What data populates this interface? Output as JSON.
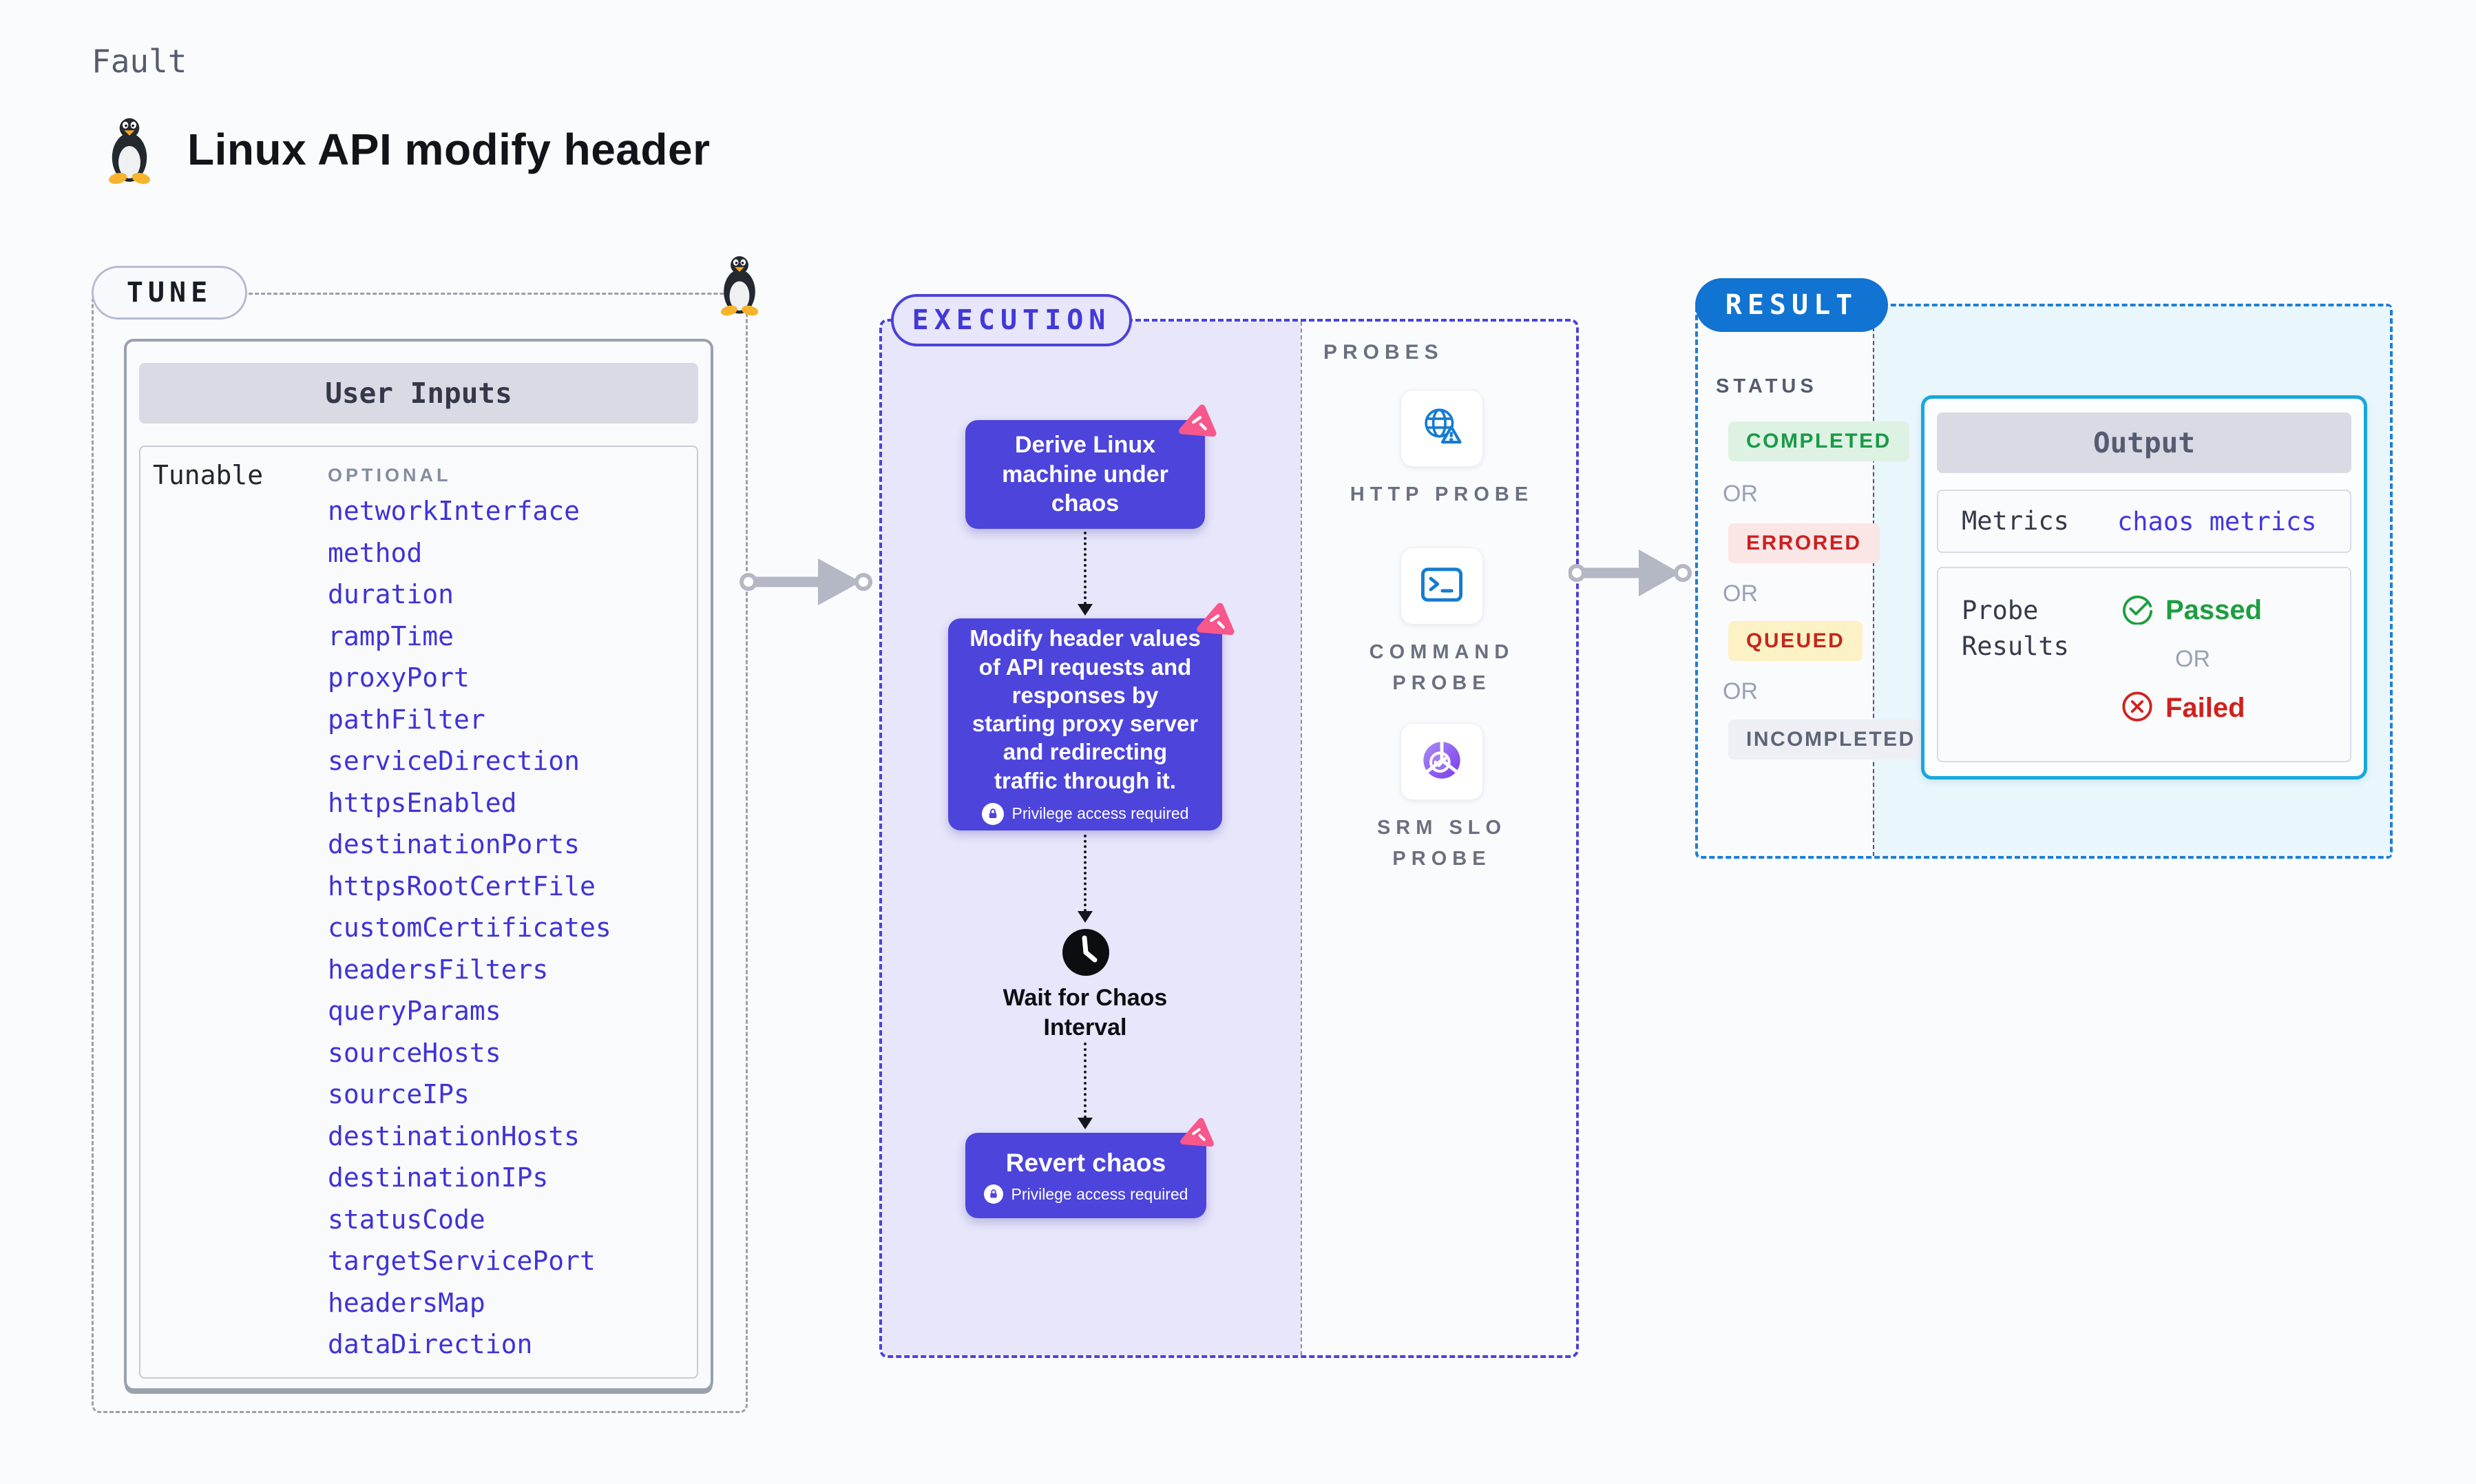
{
  "colors": {
    "indigo": "#4d44dc",
    "indigo-border": "#4b42d9",
    "lavender": "#e7e6fa",
    "link": "#4033d6",
    "result-blue": "#1173d2",
    "cyan-border": "#18a8dd",
    "cyan-bg": "#e9f6fc",
    "green": "#1d9e4d",
    "red": "#cb2121",
    "queued-bg": "#fdf1c6",
    "pink": "#f8578c",
    "arrow-gray": "#b4b7c4",
    "page-bg": "#fafbfd"
  },
  "header": {
    "kicker": "Fault",
    "title": "Linux API modify header"
  },
  "tune": {
    "badge": "TUNE",
    "table_title": "User Inputs",
    "row_label": "Tunable",
    "column_label": "OPTIONAL",
    "params": [
      "networkInterface",
      "method",
      "duration",
      "rampTime",
      "proxyPort",
      "pathFilter",
      "serviceDirection",
      "httpsEnabled",
      "destinationPorts",
      "httpsRootCertFile",
      "customCertificates",
      "headersFilters",
      "queryParams",
      "sourceHosts",
      "sourceIPs",
      "destinationHosts",
      "destinationIPs",
      "statusCode",
      "targetServicePort",
      "headersMap",
      "dataDirection"
    ]
  },
  "execution": {
    "badge": "EXECUTION",
    "derive": "Derive Linux\nmachine under\nchaos",
    "modify": "Modify header values\nof API requests and\nresponses by\nstarting proxy server\nand redirecting\ntraffic through it.",
    "privilege": "Privilege access required",
    "wait": "Wait for Chaos\nInterval",
    "revert": "Revert chaos"
  },
  "probes": {
    "section_label": "PROBES",
    "items": [
      {
        "label": "HTTP PROBE",
        "icon": "globe-alert-icon"
      },
      {
        "label": "COMMAND\nPROBE",
        "icon": "terminal-icon"
      },
      {
        "label": "SRM SLO\nPROBE",
        "icon": "slo-pie-check-icon"
      }
    ]
  },
  "result": {
    "badge": "RESULT",
    "status_label": "STATUS",
    "or_label": "OR",
    "statuses": [
      {
        "label": "COMPLETED"
      },
      {
        "label": "ERRORED"
      },
      {
        "label": "QUEUED"
      },
      {
        "label": "INCOMPLETED"
      }
    ],
    "output": {
      "title": "Output",
      "metrics_label": "Metrics",
      "metrics_value": "chaos metrics",
      "probe_label": "Probe\nResults",
      "passed": "Passed",
      "failed": "Failed"
    }
  }
}
